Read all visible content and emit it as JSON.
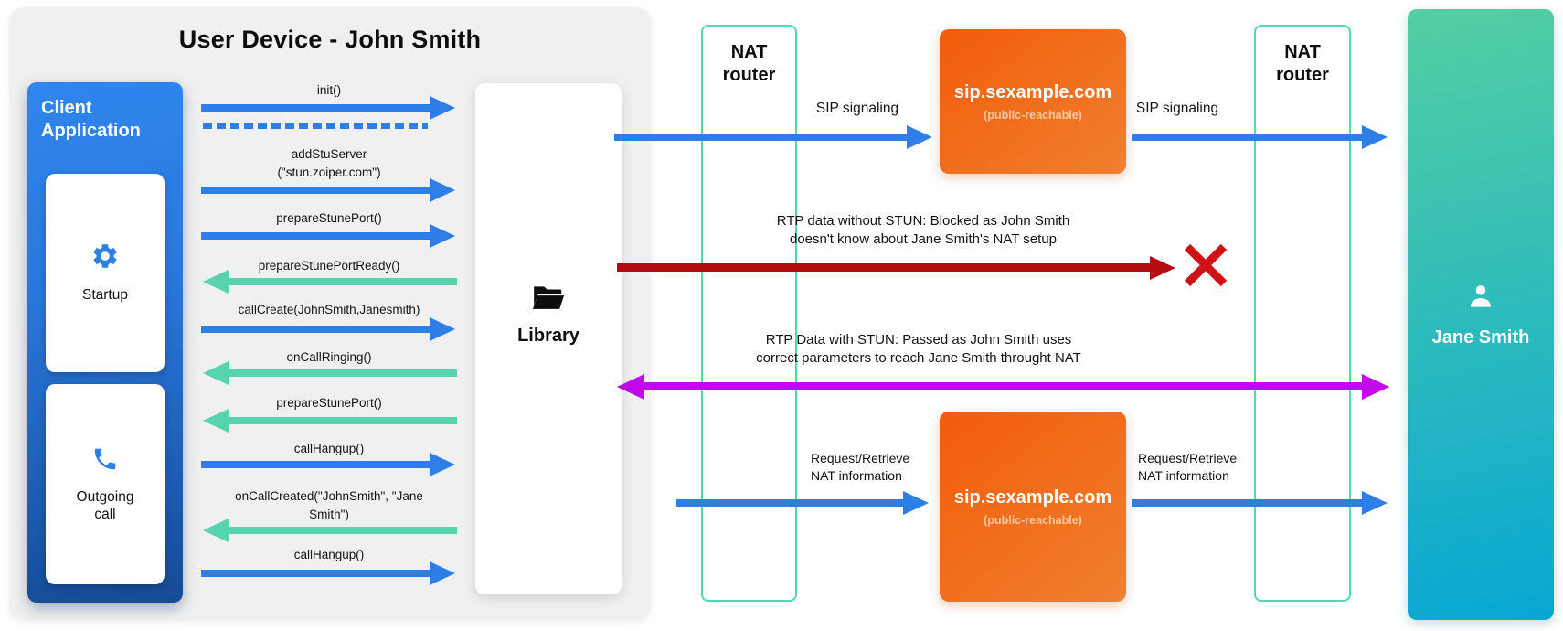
{
  "left_panel": {
    "title": "User Device - John Smith",
    "client_app": {
      "title": "Client Application",
      "cards": [
        {
          "label": "Startup",
          "icon": "gear-icon"
        },
        {
          "label": "Outgoing\ncall",
          "icon": "phone-icon"
        }
      ]
    },
    "library": {
      "label": "Library",
      "icon": "folder-icon"
    },
    "calls": [
      {
        "label": "init()",
        "dir": "to-library",
        "style": "solid"
      },
      {
        "label": "",
        "dir": "to-library",
        "style": "dashed"
      },
      {
        "label": "addStuServer\n(\"stun.zoiper.com\")",
        "dir": "to-library",
        "style": "solid"
      },
      {
        "label": "prepareStunePort()",
        "dir": "to-library",
        "style": "solid"
      },
      {
        "label": "prepareStunePortReady()",
        "dir": "to-app",
        "style": "solid"
      },
      {
        "label": "callCreate(JohnSmith,Janesmith)",
        "dir": "to-library",
        "style": "solid"
      },
      {
        "label": "onCallRinging()",
        "dir": "to-app",
        "style": "solid"
      },
      {
        "label": "prepareStunePort()",
        "dir": "to-app",
        "style": "solid"
      },
      {
        "label": "callHangup()",
        "dir": "to-library",
        "style": "solid"
      },
      {
        "label": "onCallCreated(\"JohnSmith\", \"Jane\nSmith\")",
        "dir": "to-app",
        "style": "solid"
      },
      {
        "label": "callHangup()",
        "dir": "to-library",
        "style": "solid"
      }
    ]
  },
  "network": {
    "nat_router_left": {
      "label": "NAT router"
    },
    "nat_router_right": {
      "label": "NAT router"
    },
    "sip_server_top": {
      "title": "sip.sexample.com",
      "subtitle": "(public-reachable)"
    },
    "sip_server_bottom": {
      "title": "sip.sexample.com",
      "subtitle": "(public-reachable)"
    },
    "jane": {
      "label": "Jane Smith",
      "icon": "person-icon"
    },
    "flows": {
      "sip_signaling_left": "SIP signaling",
      "sip_signaling_right": "SIP signaling",
      "rtp_blocked": "RTP data without STUN: Blocked as John Smith\ndoesn't know about Jane Smith's NAT setup",
      "rtp_passed": "RTP Data with STUN: Passed as John Smith uses\ncorrect parameters to reach Jane Smith throught NAT",
      "request_retrieve_left": "Request/Retrieve\nNAT information",
      "request_retrieve_right": "Request/Retrieve\nNAT information"
    }
  },
  "colors": {
    "accent_blue": "#2e7ee7",
    "callback_green": "#57d4ae",
    "blocked_red": "#b30d12",
    "cross_red": "#d01216",
    "stun_magenta": "#c008e8",
    "nat_border": "#4fd9b6",
    "orange_dark": "#f25c09",
    "orange_light": "#f08030",
    "jane_teal": "#54cfa2",
    "jane_blue": "#08a7d4"
  }
}
